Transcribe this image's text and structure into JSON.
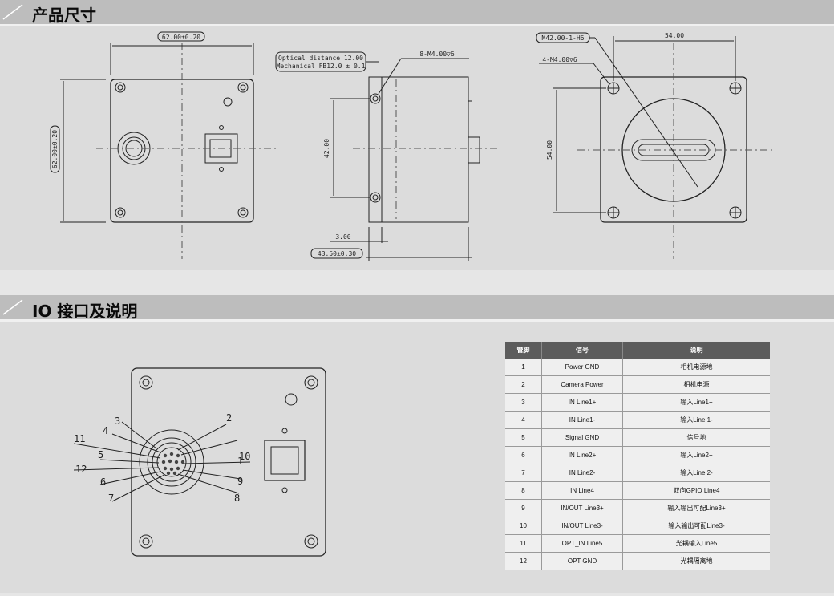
{
  "section1": {
    "title": "产品尺寸"
  },
  "section2": {
    "title": "IO 接口及说明"
  },
  "front_view": {
    "width_dim": "62.00±0.20",
    "height_dim": "62.00±0.20"
  },
  "side_view": {
    "optical_distance": "Optical distance 12.00",
    "mechanical_fb": "Mechanical FB12.0 ± 0.1",
    "thread_note": "8-M4.00▽6",
    "hole_spacing": "42.00",
    "flange_thickness": "3.00",
    "depth_dim": "43.50±0.30"
  },
  "back_view": {
    "mount_thread": "M42.00-1-H6",
    "hole_thread": "4-M4.00▽6",
    "width_dim": "54.00",
    "height_dim": "54.00"
  },
  "io_diagram": {
    "pin_labels": [
      "1",
      "2",
      "3",
      "4",
      "5",
      "6",
      "7",
      "8",
      "9",
      "10",
      "11",
      "12"
    ]
  },
  "io_table": {
    "headers": [
      "管脚",
      "信号",
      "说明"
    ],
    "rows": [
      [
        "1",
        "Power GND",
        "相机电源地"
      ],
      [
        "2",
        "Camera Power",
        "相机电源"
      ],
      [
        "3",
        "IN Line1+",
        "输入Line1+"
      ],
      [
        "4",
        "IN Line1-",
        "输入Line 1-"
      ],
      [
        "5",
        "Signal GND",
        "信号地"
      ],
      [
        "6",
        "IN Line2+",
        "输入Line2+"
      ],
      [
        "7",
        "IN Line2-",
        "输入Line 2-"
      ],
      [
        "8",
        "IN Line4",
        "双向GPIO Line4"
      ],
      [
        "9",
        "IN/OUT Line3+",
        "输入输出可配Line3+"
      ],
      [
        "10",
        "IN/OUT Line3-",
        "输入输出可配Line3-"
      ],
      [
        "11",
        "OPT_IN Line5",
        "光耦输入Line5"
      ],
      [
        "12",
        "OPT GND",
        "光耦隔离地"
      ]
    ]
  }
}
